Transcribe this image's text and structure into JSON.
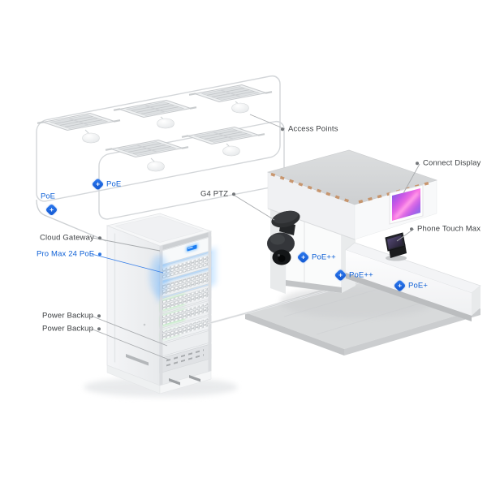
{
  "labels": {
    "access_points": "Access Points",
    "connect_display": "Connect Display",
    "g4_ptz": "G4 PTZ",
    "phone_touch_max": "Phone Touch Max",
    "cloud_gateway": "Cloud Gateway",
    "pro_max_24_poe": "Pro Max 24 PoE",
    "power_backup_1": "Power Backup",
    "power_backup_2": "Power Backup",
    "poe_ceiling": "PoE",
    "poe_wall": "PoE",
    "poe_plus_plus_1": "PoE++",
    "poe_plus_plus_2": "PoE++",
    "poe_plus": "PoE+",
    "poe_badge_glyph": "+"
  },
  "colors": {
    "accent_blue": "#0e60d6",
    "badge_blue": "#1f6fe8",
    "label_gray": "#3b3e41",
    "leader_line_gray": "#a2a5a8",
    "switch_glow_blue": "#55aaff",
    "switch_glow_green": "#7de87d",
    "copper_connector": "#c68f63",
    "display_pink": "#ff78e2",
    "display_purple": "#6c5ae8",
    "concrete_gray": "#d4d6d7"
  },
  "counts": {
    "access_points": 5,
    "power_backup_units": 2,
    "poe_badges": 5
  }
}
